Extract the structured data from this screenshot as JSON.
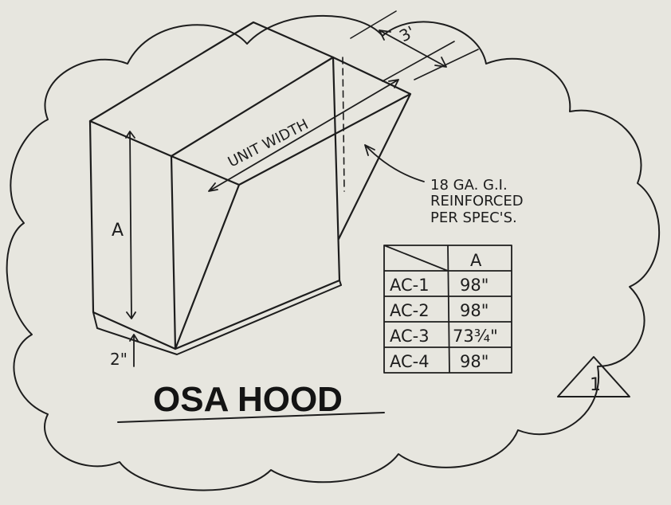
{
  "title": "OSA HOOD",
  "dimensions": {
    "depth": "3'",
    "unit_width": "UNIT WIDTH",
    "height": "A",
    "base": "2\""
  },
  "note": {
    "line1": "18 GA. G.I.",
    "line2": "REINFORCED",
    "line3": "PER SPEC'S."
  },
  "table": {
    "header": "A",
    "rows": [
      {
        "unit": "AC-1",
        "value": "98\""
      },
      {
        "unit": "AC-2",
        "value": "98\""
      },
      {
        "unit": "AC-3",
        "value": "73¾\""
      },
      {
        "unit": "AC-4",
        "value": "98\""
      }
    ]
  },
  "revision_tag": "1"
}
